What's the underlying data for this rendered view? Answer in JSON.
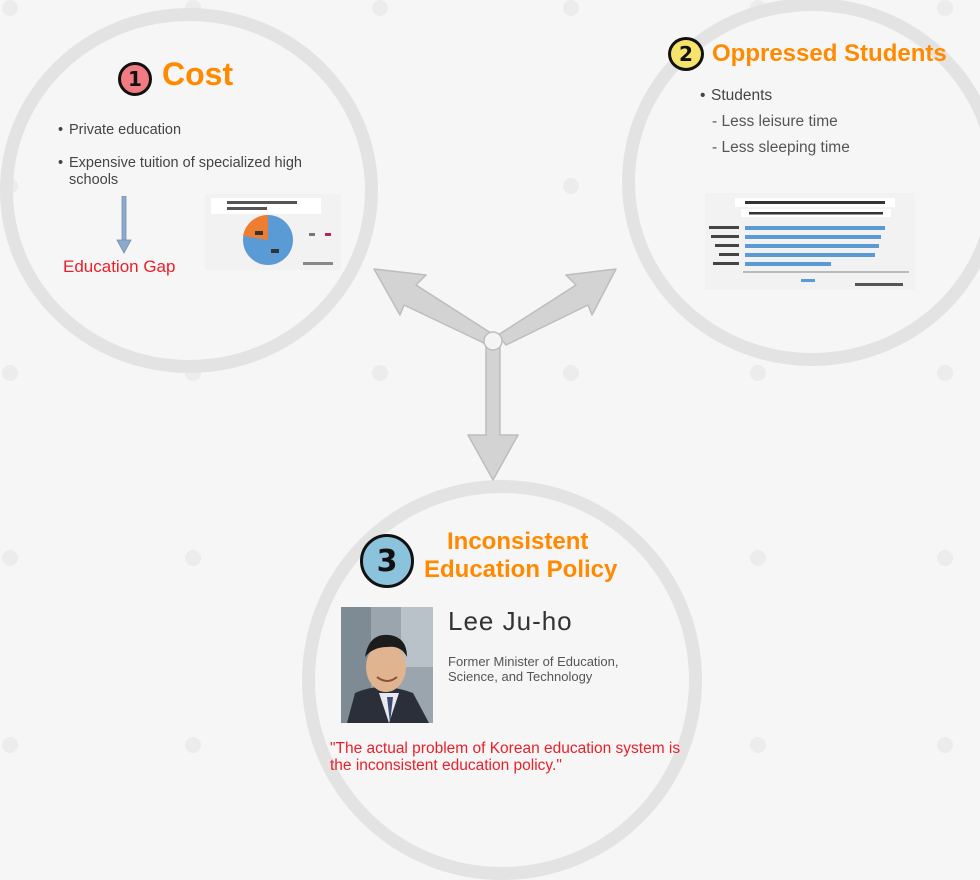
{
  "colors": {
    "title": "#ff8a00",
    "accent_red": "#e8202a",
    "ring": "#e3e3e3",
    "arrow": "#d0d0d0"
  },
  "cost": {
    "number": "1",
    "title": "Cost",
    "bullets": [
      "Private education",
      "Expensive tuition of specialized high",
      "schools"
    ],
    "result": "Education Gap"
  },
  "oppressed": {
    "number": "2",
    "title": "Oppressed Students",
    "bullet": "Students",
    "subs": [
      "- Less leisure time",
      "- Less sleeping time"
    ]
  },
  "policy": {
    "number": "3",
    "title_line1": "Inconsistent",
    "title_line2": "Education Policy",
    "person_name": "Lee Ju-ho",
    "person_role_line1": "Former Minister of Education,",
    "person_role_line2": "Science, and Technology",
    "quote": "\"The actual problem of Korean education system is the inconsistent education policy.\""
  },
  "icons": {
    "bullet": "bullet-dot-icon",
    "down_arrow": "down-arrow-icon",
    "three_way_arrow": "three-way-arrow-icon"
  }
}
